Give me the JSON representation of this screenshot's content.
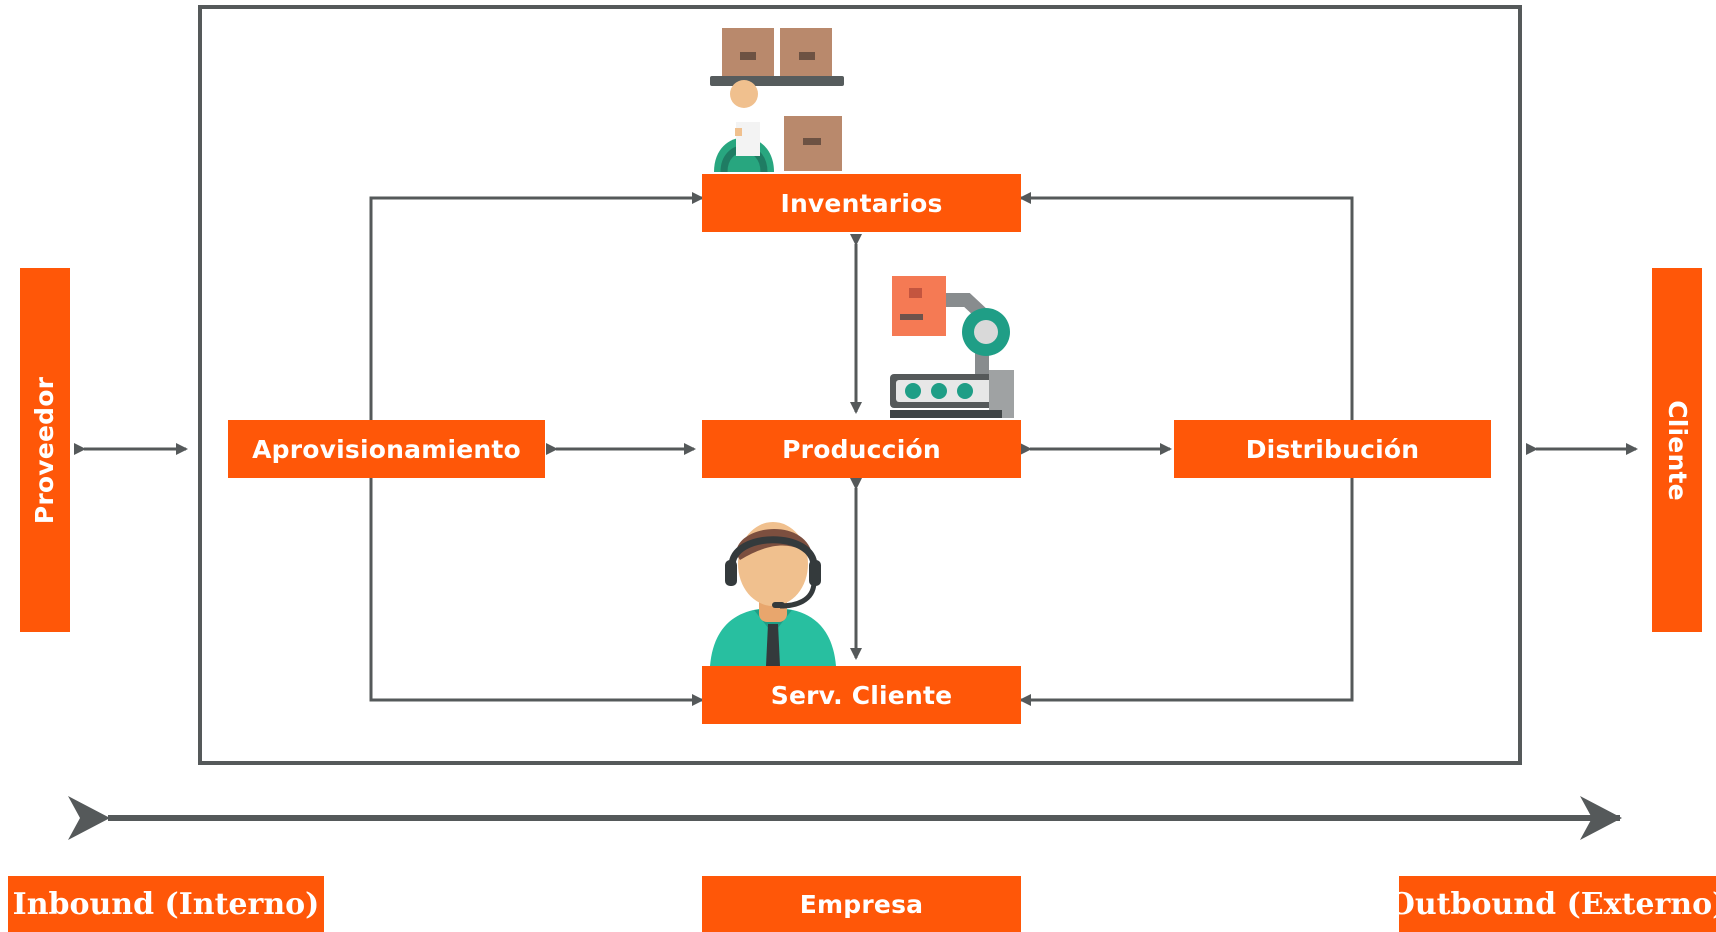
{
  "diagram": {
    "nodes": {
      "inventarios": "Inventarios",
      "aprovisionamiento": "Aprovisionamiento",
      "produccion": "Producción",
      "distribucion": "Distribución",
      "serv_cliente": "Serv. Cliente",
      "proveedor": "Proveedor",
      "cliente": "Cliente"
    },
    "bottom_labels": {
      "inbound": "Inbound (Interno)",
      "empresa": "Empresa",
      "outbound": "Outbound (Externo)"
    },
    "icons": {
      "warehouse_worker": "warehouse-worker-icon",
      "robot_arm": "robot-arm-conveyor-icon",
      "customer_service": "customer-service-agent-icon"
    },
    "colors": {
      "accent": "#ff5708",
      "line": "#55595a",
      "box_text": "#ffffff"
    }
  }
}
